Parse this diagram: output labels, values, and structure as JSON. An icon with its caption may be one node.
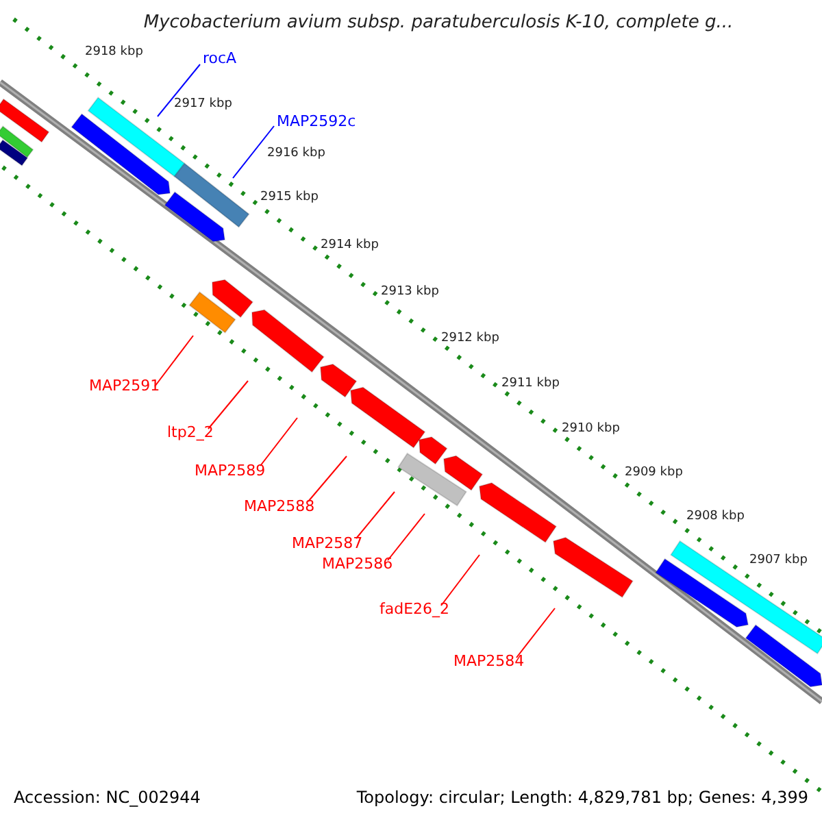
{
  "diagram": {
    "title": "Mycobacterium avium subsp. paratuberculosis K-10, complete g...",
    "nodes": [
      {
        "text": [
          "rocA"
        ]
      },
      {
        "text": [
          "MAP2592c"
        ]
      },
      {
        "text": [
          "MAP2591"
        ]
      },
      {
        "text": [
          "ltp2_2"
        ]
      },
      {
        "text": [
          "MAP2589"
        ]
      },
      {
        "text": [
          "MAP2588"
        ]
      },
      {
        "text": [
          "MAP2587"
        ]
      },
      {
        "text": [
          "MAP2586"
        ]
      },
      {
        "text": [
          "fadE26_2"
        ]
      },
      {
        "text": [
          "MAP2584"
        ]
      }
    ],
    "edges": [
      {
        "from": 0,
        "to": null,
        "arrow": "none",
        "color": "#0000ff"
      },
      {
        "from": 1,
        "to": null,
        "arrow": "none",
        "color": "#0000ff"
      },
      {
        "from": 2,
        "to": null,
        "arrow": "none"
      },
      {
        "from": 3,
        "to": null,
        "arrow": "none"
      },
      {
        "from": 4,
        "to": null,
        "arrow": "none"
      },
      {
        "from": 5,
        "to": null,
        "arrow": "none"
      },
      {
        "from": 6,
        "to": null,
        "arrow": "none"
      },
      {
        "from": 7,
        "to": null,
        "arrow": "none"
      },
      {
        "from": 8,
        "to": null,
        "arrow": "none"
      },
      {
        "from": 9,
        "to": null,
        "arrow": "none"
      }
    ],
    "labels": [
      "2918 kbp",
      "2917 kbp",
      "2916 kbp",
      "2915 kbp",
      "2914 kbp",
      "2913 kbp",
      "2912 kbp",
      "2911 kbp",
      "2910 kbp",
      "2909 kbp",
      "2908 kbp",
      "2907 kbp",
      "Accession: NC_002944",
      "Topology: circular; Length: 4,829,781 bp; Genes: 4,399"
    ]
  }
}
